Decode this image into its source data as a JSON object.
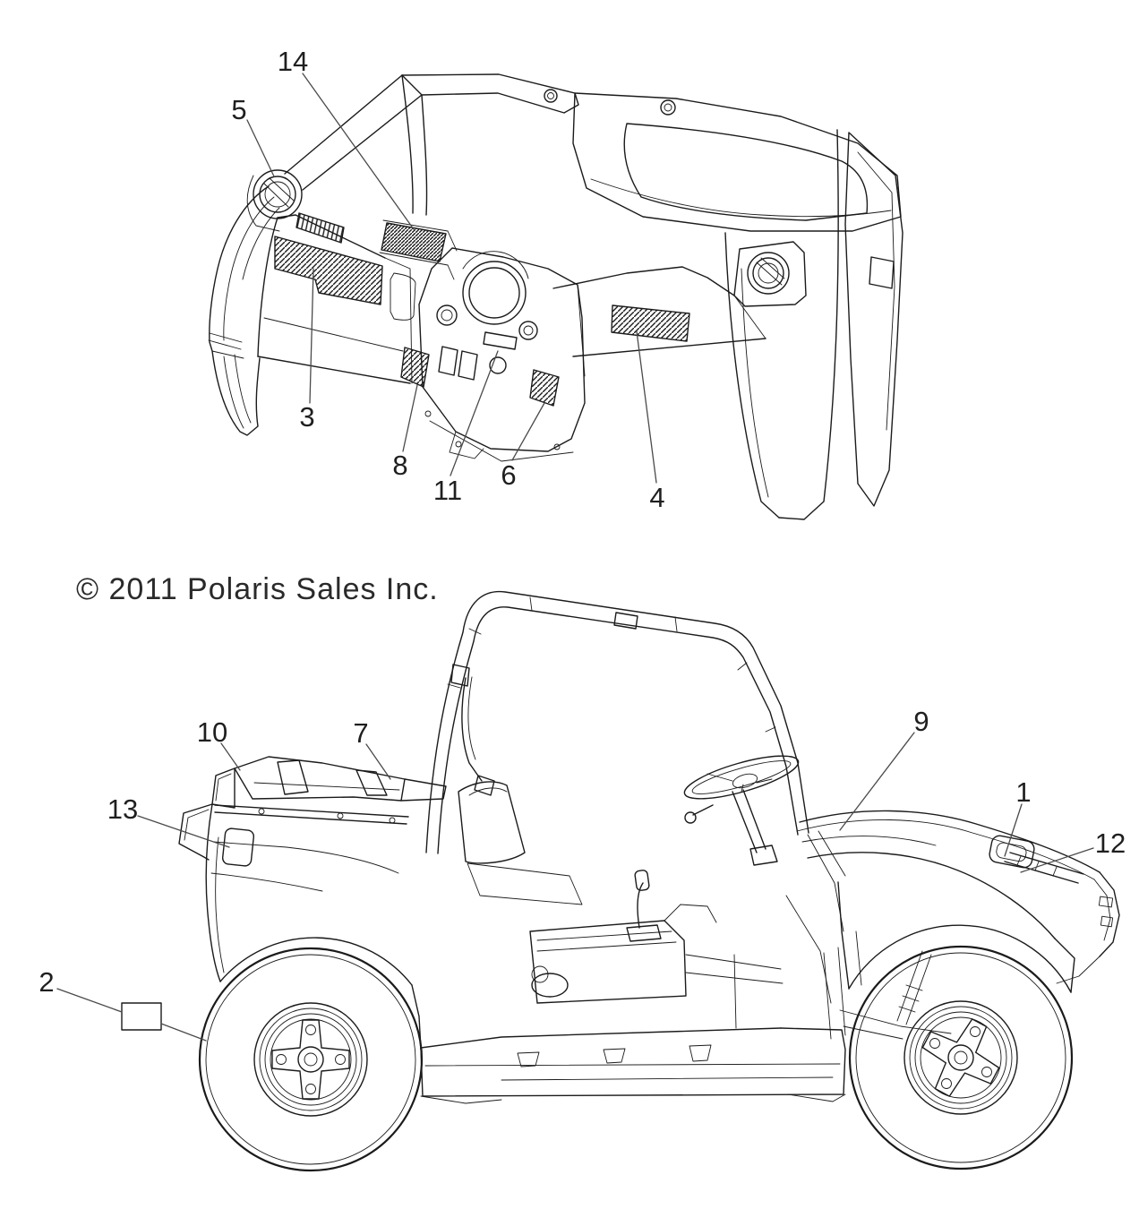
{
  "copyright": "© 2011 Polaris Sales Inc.",
  "callouts": {
    "c1": "1",
    "c2": "2",
    "c3": "3",
    "c4": "4",
    "c5": "5",
    "c6": "6",
    "c7": "7",
    "c8": "8",
    "c9": "9",
    "c10": "10",
    "c11": "11",
    "c12": "12",
    "c13": "13",
    "c14": "14"
  },
  "colors": {
    "line": "#1b1b1b",
    "leader": "#4a4a4a",
    "background": "#ffffff"
  }
}
